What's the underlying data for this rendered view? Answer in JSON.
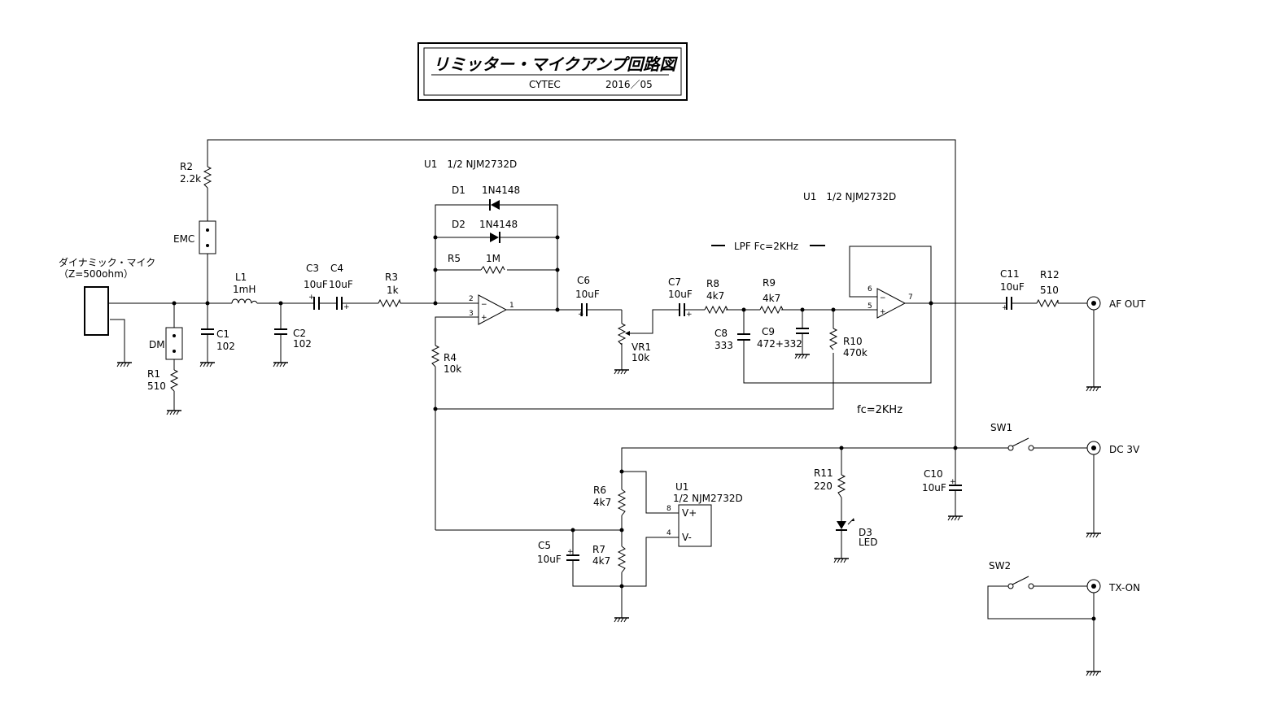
{
  "title": {
    "main": "リミッター・マイクアンプ回路図",
    "company": "CYTEC",
    "date": "2016／05"
  },
  "labels": {
    "mic_name": "ダイナミック・マイク",
    "mic_z": "（Z=500ohm）",
    "u1a": "U1　1/2 NJM2732D",
    "u1b": "U1　1/2 NJM2732D",
    "u1c_ref": "U1",
    "u1c_part": "1/2 NJM2732D",
    "lpf": "LPF  Fc=2KHz",
    "fc": "fc=2KHz",
    "af_out": "AF  OUT",
    "dc_3v": "DC  3V",
    "tx_on": "TX-ON",
    "sw1": "SW1",
    "sw2": "SW2",
    "emc": "EMC",
    "dm": "DM",
    "vplus": "V+",
    "vminus": "V-"
  },
  "components": {
    "R1": {
      "ref": "R1",
      "value": "510"
    },
    "R2": {
      "ref": "R2",
      "value": "2.2k"
    },
    "R3": {
      "ref": "R3",
      "value": "1k"
    },
    "R4": {
      "ref": "R4",
      "value": "10k"
    },
    "R5": {
      "ref": "R5",
      "value": "1M"
    },
    "R6": {
      "ref": "R6",
      "value": "4k7"
    },
    "R7": {
      "ref": "R7",
      "value": "4k7"
    },
    "R8": {
      "ref": "R8",
      "value": "4k7"
    },
    "R9": {
      "ref": "R9",
      "value": "4k7"
    },
    "R10": {
      "ref": "R10",
      "value": "470k"
    },
    "R11": {
      "ref": "R11",
      "value": "220"
    },
    "R12": {
      "ref": "R12",
      "value": "510"
    },
    "C1": {
      "ref": "C1",
      "value": "102"
    },
    "C2": {
      "ref": "C2",
      "value": "102"
    },
    "C3": {
      "ref": "C3",
      "value": "10uF"
    },
    "C4": {
      "ref": "C4",
      "value": "10uF"
    },
    "C5": {
      "ref": "C5",
      "value": "10uF"
    },
    "C6": {
      "ref": "C6",
      "value": "10uF"
    },
    "C7": {
      "ref": "C7",
      "value": "10uF"
    },
    "C8": {
      "ref": "C8",
      "value": "333"
    },
    "C9": {
      "ref": "C9",
      "value": "472+332"
    },
    "C10": {
      "ref": "C10",
      "value": "10uF"
    },
    "C11": {
      "ref": "C11",
      "value": "10uF"
    },
    "L1": {
      "ref": "L1",
      "value": "1mH"
    },
    "VR1": {
      "ref": "VR1",
      "value": "10k"
    },
    "D1": {
      "ref": "D1",
      "value": "1N4148"
    },
    "D2": {
      "ref": "D2",
      "value": "1N4148"
    },
    "D3": {
      "ref": "D3",
      "value": "LED"
    }
  },
  "pins": {
    "p1": "1",
    "p2": "2",
    "p3": "3",
    "p4": "4",
    "p5": "5",
    "p6": "6",
    "p7": "7",
    "p8": "8"
  }
}
